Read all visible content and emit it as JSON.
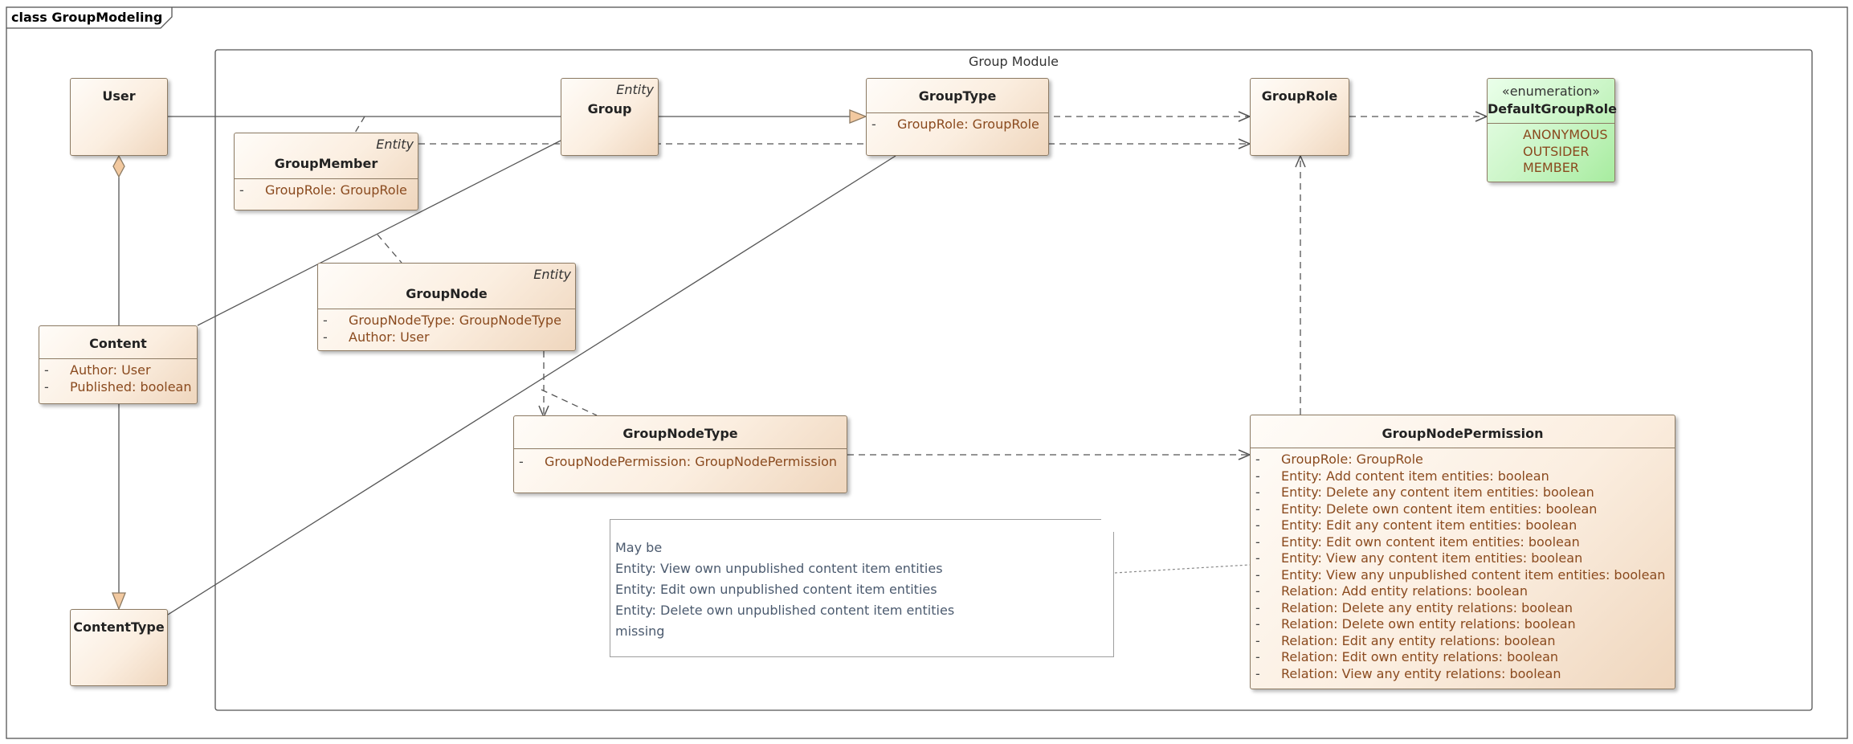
{
  "frame": {
    "title": "class GroupModeling"
  },
  "package": {
    "title": "Group Module"
  },
  "classes": {
    "user": {
      "name": "User"
    },
    "content": {
      "name": "Content",
      "attributes": [
        "Author: User",
        "Published: boolean"
      ]
    },
    "content_type": {
      "name": "ContentType"
    },
    "group": {
      "name": "Group",
      "stereotype": "Entity"
    },
    "group_member": {
      "name": "GroupMember",
      "stereotype": "Entity",
      "attributes": [
        "GroupRole: GroupRole"
      ]
    },
    "group_node": {
      "name": "GroupNode",
      "stereotype": "Entity",
      "attributes": [
        "GroupNodeType: GroupNodeType",
        "Author: User"
      ]
    },
    "group_type": {
      "name": "GroupType",
      "attributes": [
        "GroupRole: GroupRole"
      ]
    },
    "group_role": {
      "name": "GroupRole"
    },
    "group_node_type": {
      "name": "GroupNodeType",
      "attributes": [
        "GroupNodePermission: GroupNodePermission"
      ]
    },
    "default_group_role": {
      "name": "DefaultGroupRole",
      "stereotype": "«enumeration»",
      "literals": [
        "ANONYMOUS",
        "OUTSIDER",
        "MEMBER"
      ]
    },
    "group_node_permission": {
      "name": "GroupNodePermission",
      "attributes": [
        "GroupRole: GroupRole",
        "Entity: Add content item entities: boolean",
        "Entity: Delete any content item entities: boolean",
        "Entity: Delete own content item entities: boolean",
        "Entity: Edit any content item entities: boolean",
        "Entity: Edit own content item entities: boolean",
        "Entity: View any content item entities: boolean",
        "Entity: View any unpublished content item entities: boolean",
        "Relation: Add entity relations: boolean",
        "Relation: Delete any entity relations: boolean",
        "Relation: Delete own entity relations: boolean",
        "Relation: Edit any entity relations: boolean",
        "Relation: Edit own entity relations: boolean",
        "Relation: View any entity relations: boolean"
      ]
    }
  },
  "attribute_marker": "-",
  "note": {
    "lines": [
      "May be",
      "Entity: View own unpublished content item entities",
      "Entity: Edit own unpublished content item entities",
      "Entity: Delete own unpublished content item entities",
      "missing"
    ]
  },
  "colors": {
    "class_fill": "#fbeee0",
    "class_border": "#8c7a63",
    "enum_fill": "#caf5c6",
    "attribute_text": "#8a4a1e",
    "connector": "#555555"
  }
}
